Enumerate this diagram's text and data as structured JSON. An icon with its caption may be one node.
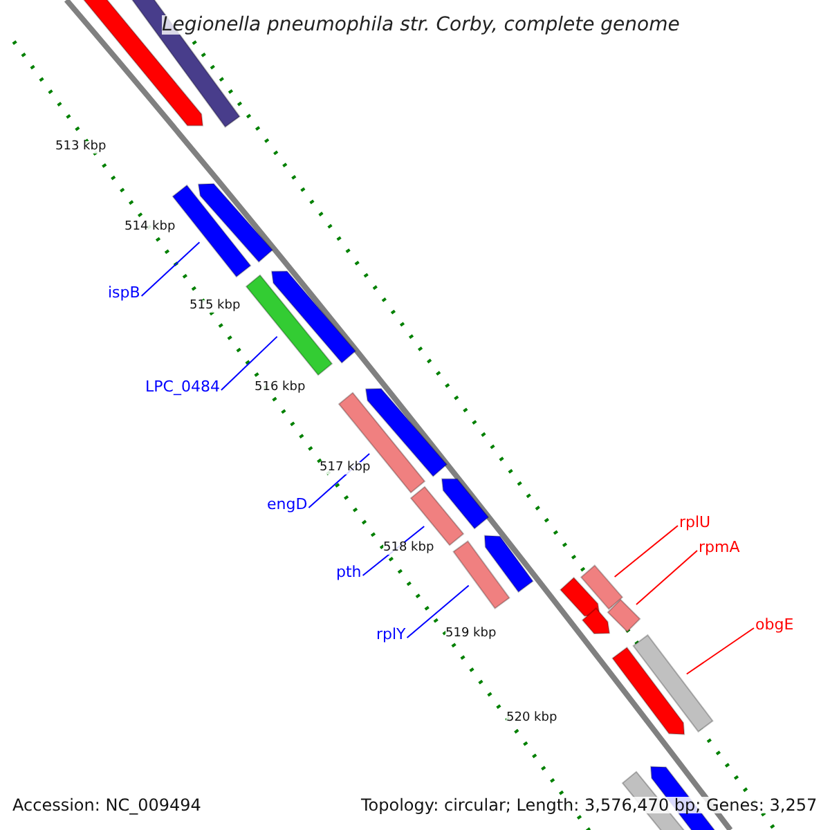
{
  "diagram": {
    "title": "Legionella pneumophila str. Corby, complete genome",
    "nodes": [
      {
        "text": [
          "ispB"
        ]
      },
      {
        "text": [],
        "shape": "bar"
      },
      {
        "text": [
          "LPC_0484"
        ]
      },
      {
        "text": [],
        "shape": "bar"
      },
      {
        "text": [
          "engD"
        ]
      },
      {
        "text": [],
        "shape": "bar"
      },
      {
        "text": [
          "pth"
        ]
      },
      {
        "text": [],
        "shape": "bar"
      },
      {
        "text": [
          "rplY"
        ]
      },
      {
        "text": [],
        "shape": "bar"
      },
      {
        "text": [
          "rplU"
        ]
      },
      {
        "text": [],
        "shape": "bar"
      },
      {
        "text": [
          "rpmA"
        ]
      },
      {
        "text": [],
        "shape": "bar"
      },
      {
        "text": [
          "obgE"
        ]
      },
      {
        "text": [],
        "shape": "bar"
      },
      {
        "text": [],
        "shape": "bar"
      },
      {
        "text": [],
        "shape": "bar"
      },
      {
        "text": [],
        "shape": "bar"
      },
      {
        "text": [],
        "shape": "bar"
      },
      {
        "text": [],
        "shape": "bar"
      },
      {
        "text": [],
        "shape": "bar"
      },
      {
        "text": [],
        "shape": "bar"
      },
      {
        "text": [],
        "shape": "bar"
      },
      {
        "text": [],
        "shape": "bar"
      },
      {
        "text": [],
        "shape": "bar"
      },
      {
        "text": [],
        "shape": "bar"
      },
      {
        "text": [],
        "shape": "bar"
      }
    ],
    "edges": [
      {
        "from": 0,
        "to": 1,
        "arrow": "none"
      },
      {
        "from": 2,
        "to": 3,
        "arrow": "none"
      },
      {
        "from": 4,
        "to": 5,
        "arrow": "none"
      },
      {
        "from": 6,
        "to": 7,
        "arrow": "none"
      },
      {
        "from": 8,
        "to": 9,
        "arrow": "none"
      },
      {
        "from": 10,
        "to": 11,
        "arrow": "none",
        "color": "#ff0000"
      },
      {
        "from": 12,
        "to": 13,
        "arrow": "none",
        "color": "#ff0000"
      },
      {
        "from": 14,
        "to": 15,
        "arrow": "none",
        "color": "#ff0000"
      }
    ],
    "labels": [
      "513 kbp",
      "514 kbp",
      "515 kbp",
      "516 kbp",
      "517 kbp",
      "518 kbp",
      "519 kbp",
      "520 kbp",
      "Accession: NC_009494",
      "Topology: circular; Length: 3,576,470 bp; Genes: 3,257"
    ]
  }
}
